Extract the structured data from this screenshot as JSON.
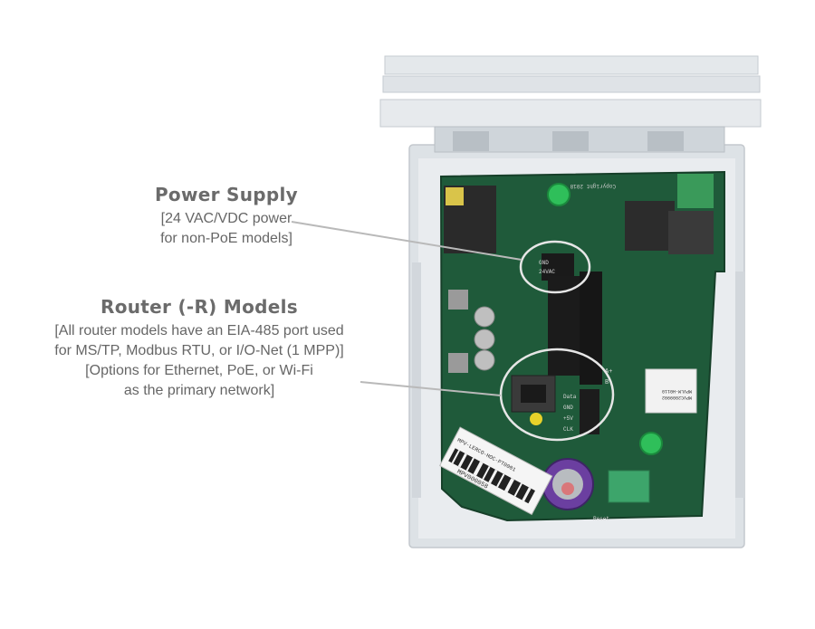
{
  "callouts": {
    "power": {
      "title": "Power Supply",
      "lines": [
        "[24 VAC/VDC power",
        "for non-PoE models]"
      ]
    },
    "router": {
      "title": "Router (-R) Models",
      "lines": [
        "[All router models have an EIA-485 port used",
        "for MS/TP, Modbus RTU, or I/O-Net (1 MPP)]",
        "[Options for Ethernet, PoE, or Wi-Fi",
        "as the primary network]"
      ]
    }
  },
  "board": {
    "module_label_1": "MPVLM-H0110",
    "module_label_2": "MPVC2009992",
    "barcode_label_1": "MPV-LERCO-HOC-PT0001",
    "barcode_label_2": "MPV000058",
    "copyright": "Copyright 2018",
    "power_pins": [
      "GND",
      "24VAC"
    ],
    "io_pins": [
      "Data",
      "GND",
      "+5V",
      "CLK"
    ],
    "rs485_pins": [
      "A+",
      "B-"
    ],
    "reset_label": "Reset"
  },
  "colors": {
    "pcb": "#1f5a3a",
    "housing": "#dfe3e7",
    "callout_line": "#b9b9b9",
    "led_green": "#2fbf5a"
  }
}
